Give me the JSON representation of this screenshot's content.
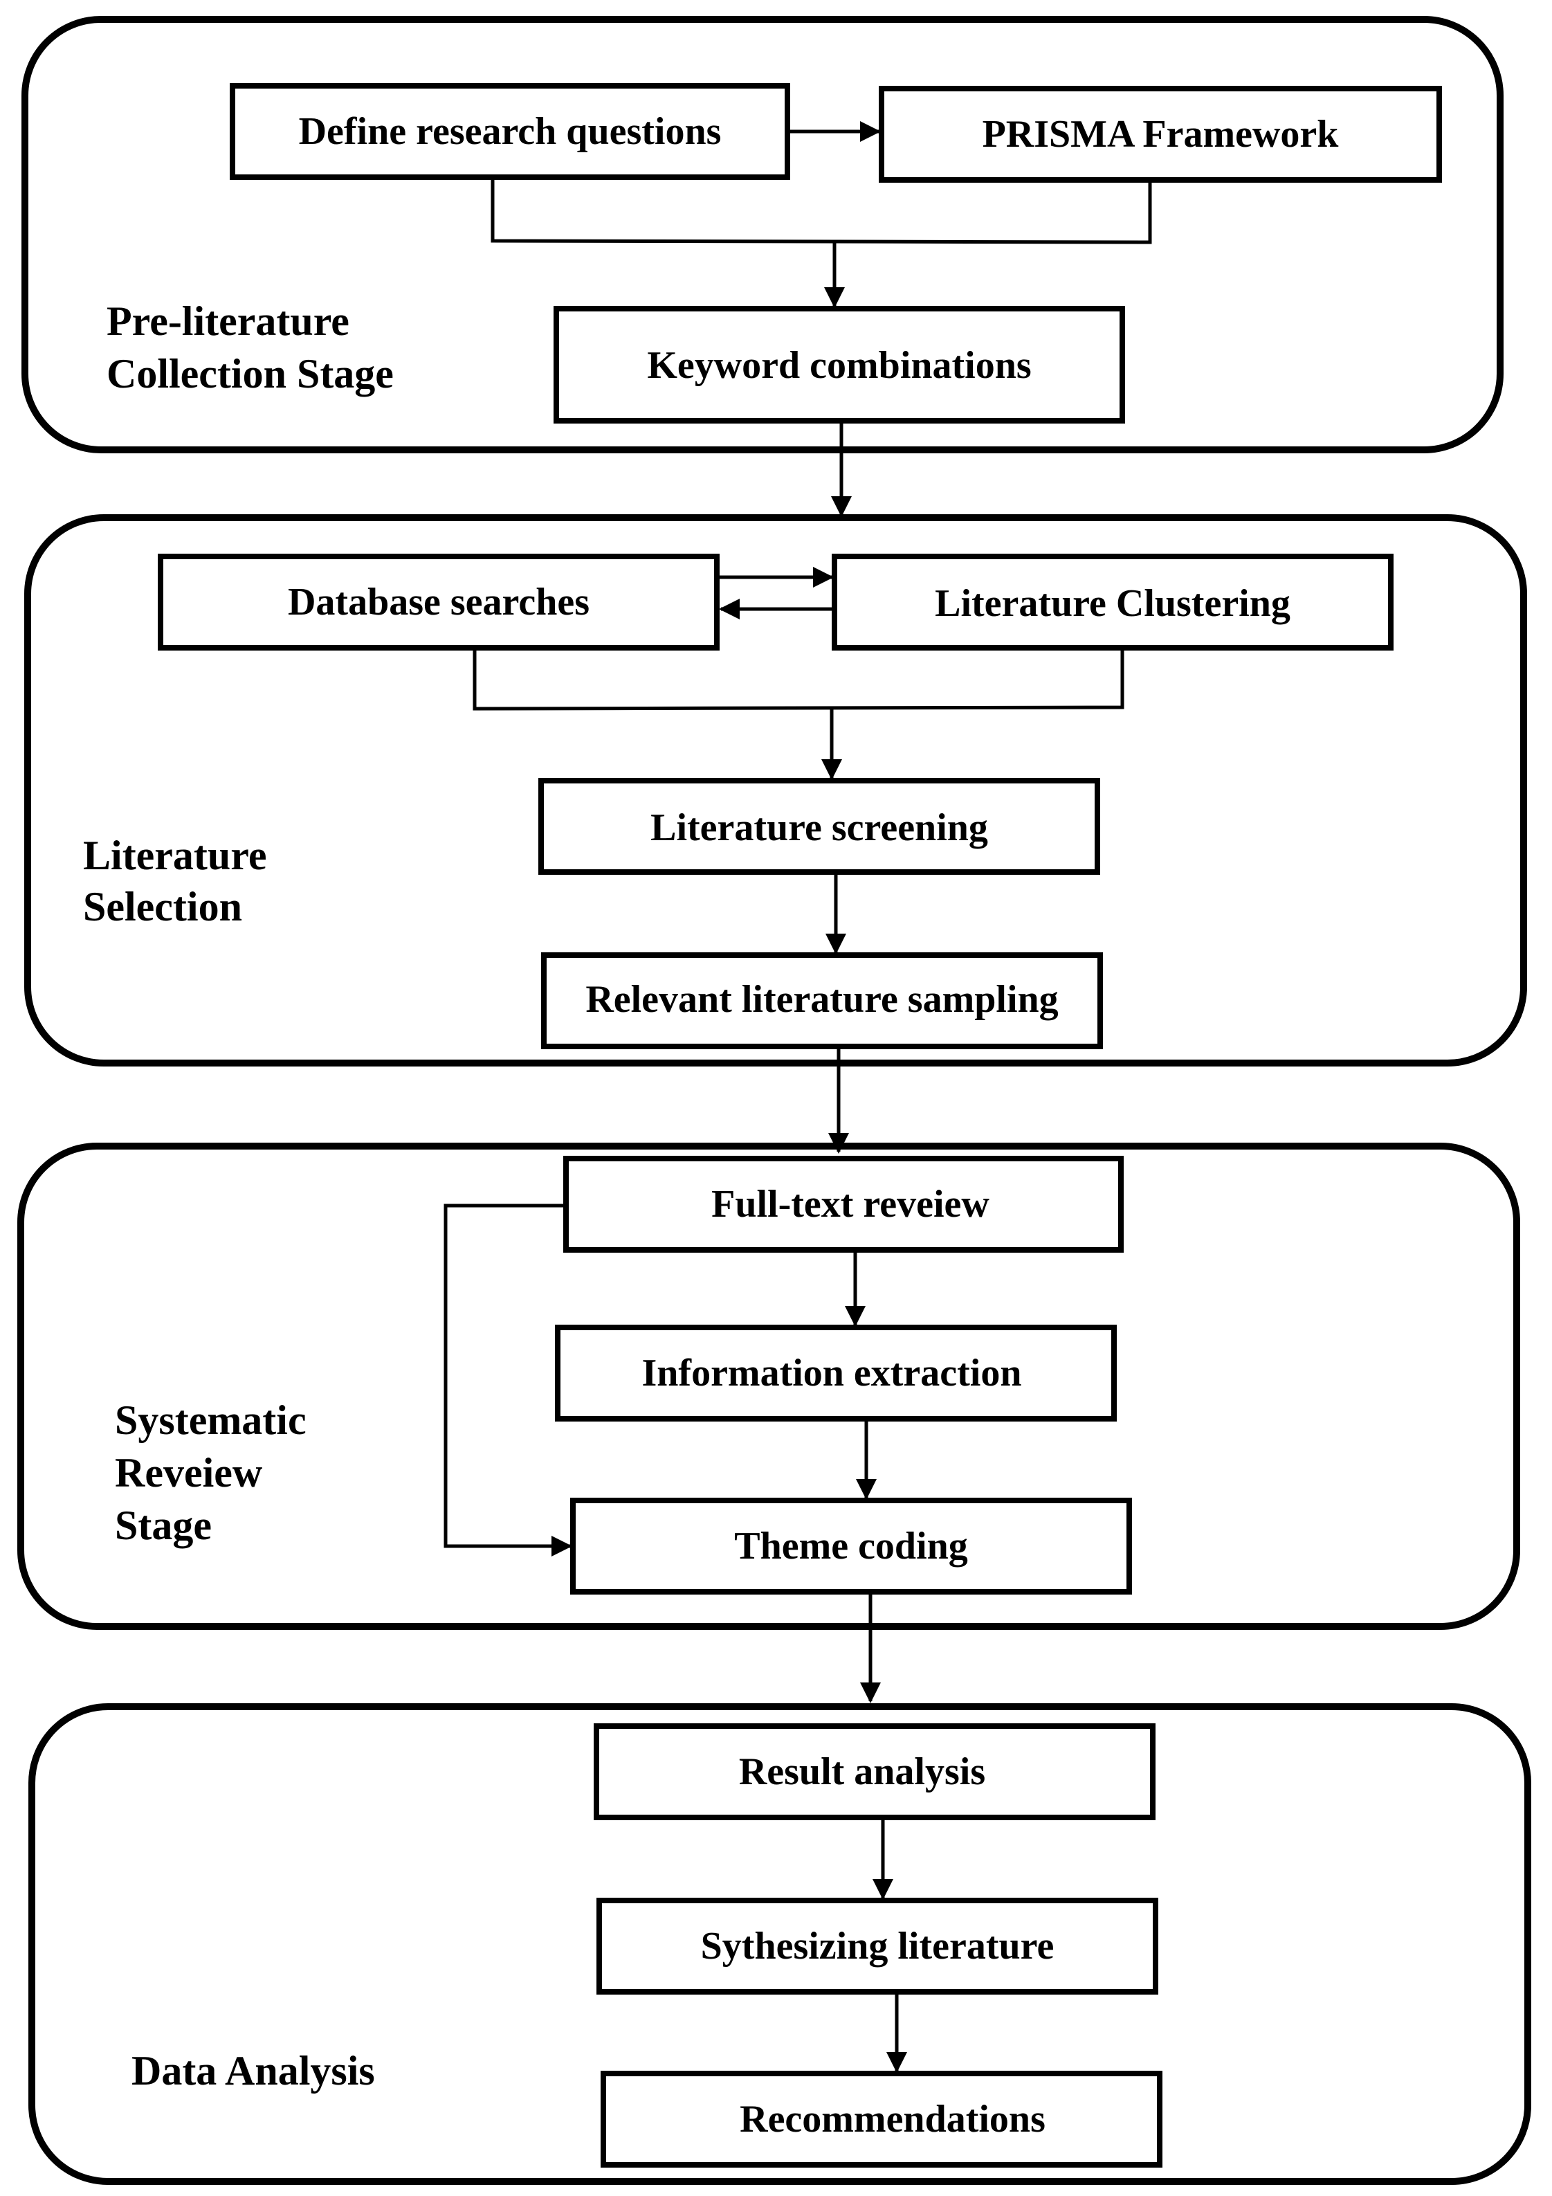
{
  "stages": [
    {
      "id": "pre",
      "label_lines": [
        "Pre-literature",
        "Collection Stage"
      ]
    },
    {
      "id": "sel",
      "label_lines": [
        "Literature",
        "Selection"
      ]
    },
    {
      "id": "sys",
      "label_lines": [
        "Systematic",
        "Reveiew",
        "Stage"
      ]
    },
    {
      "id": "ana",
      "label_lines": [
        "Data Analysis"
      ]
    }
  ],
  "boxes": {
    "define_questions": "Define research questions",
    "prisma": "PRISMA Framework",
    "keywords": "Keyword combinations",
    "database_searches": "Database searches",
    "clustering": "Literature Clustering",
    "screening": "Literature screening",
    "sampling": "Relevant literature sampling",
    "fulltext": "Full-text reveiew",
    "extraction": "Information extraction",
    "theme": "Theme coding",
    "result": "Result analysis",
    "synthesizing": "Sythesizing literature",
    "recommendations": "Recommendations"
  }
}
